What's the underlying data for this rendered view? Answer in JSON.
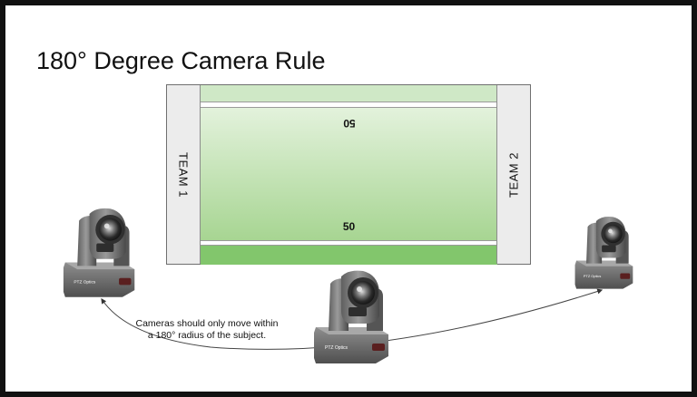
{
  "title": "180° Degree Camera Rule",
  "field": {
    "team_left": "TEAM 1",
    "team_right": "TEAM 2",
    "yard_top": "50",
    "yard_bottom": "50",
    "turf_color": "#a7d592"
  },
  "cameras": [
    {
      "name": "left",
      "brand": "PTZ Optics",
      "icon": "ptz-camera-icon"
    },
    {
      "name": "center",
      "brand": "PTZ Optics",
      "icon": "ptz-camera-icon"
    },
    {
      "name": "right",
      "brand": "PTZ Optics",
      "icon": "ptz-camera-icon"
    }
  ],
  "caption": "Cameras should only move within a 180° radius of the subject."
}
